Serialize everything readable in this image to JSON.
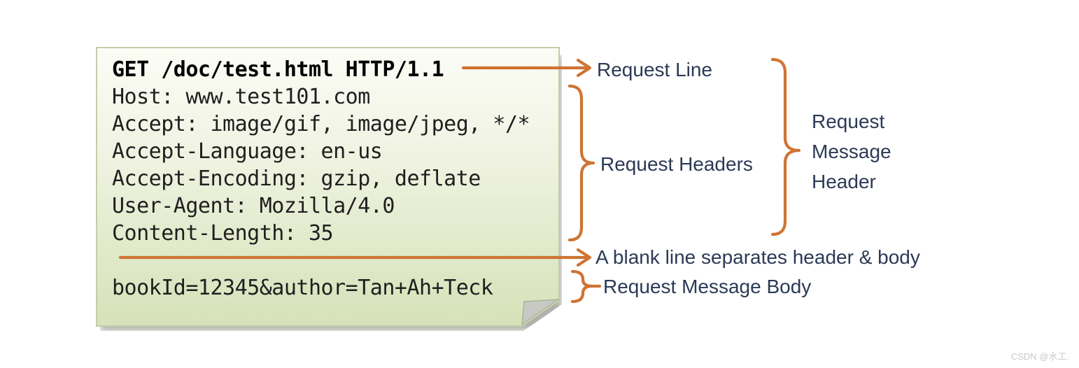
{
  "note": {
    "lines": [
      "GET /doc/test.html HTTP/1.1",
      "Host: www.test101.com",
      "Accept: image/gif, image/jpeg, */*",
      "Accept-Language: en-us",
      "Accept-Encoding: gzip, deflate",
      "User-Agent: Mozilla/4.0",
      "Content-Length: 35",
      "",
      "bookId=12345&author=Tan+Ah+Teck"
    ]
  },
  "annotations": {
    "request_line": "Request Line",
    "request_headers": "Request Headers",
    "request_message_header_lines": [
      "Request",
      "Message",
      "Header"
    ],
    "blank_line": "A blank line separates header & body",
    "request_message_body": "Request Message Body"
  },
  "watermark": "CSDN @水工.",
  "colors": {
    "accent_orange": "#cf7433",
    "label_text": "#2b3a55",
    "note_top": "#fbfcf5",
    "note_bottom": "#d6e2b9",
    "note_border": "#c3cda9"
  }
}
